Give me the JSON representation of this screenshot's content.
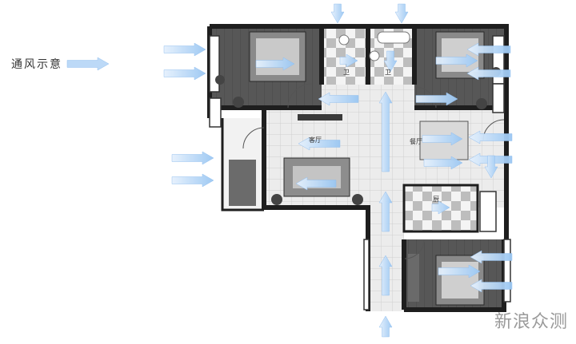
{
  "legend": {
    "label": "通风示意"
  },
  "labels": {
    "living": "客厅",
    "dining": "餐厅",
    "toilet_left": "卫",
    "toilet_right": "卫",
    "kitchen": "厨"
  },
  "watermark": "新浪众测",
  "colors": {
    "arrow": "#b9d8f7",
    "arrow_edge": "#8fbdee",
    "wall": "#222222",
    "wood": "#5a5a5a",
    "tile": "#e8e8e8"
  }
}
